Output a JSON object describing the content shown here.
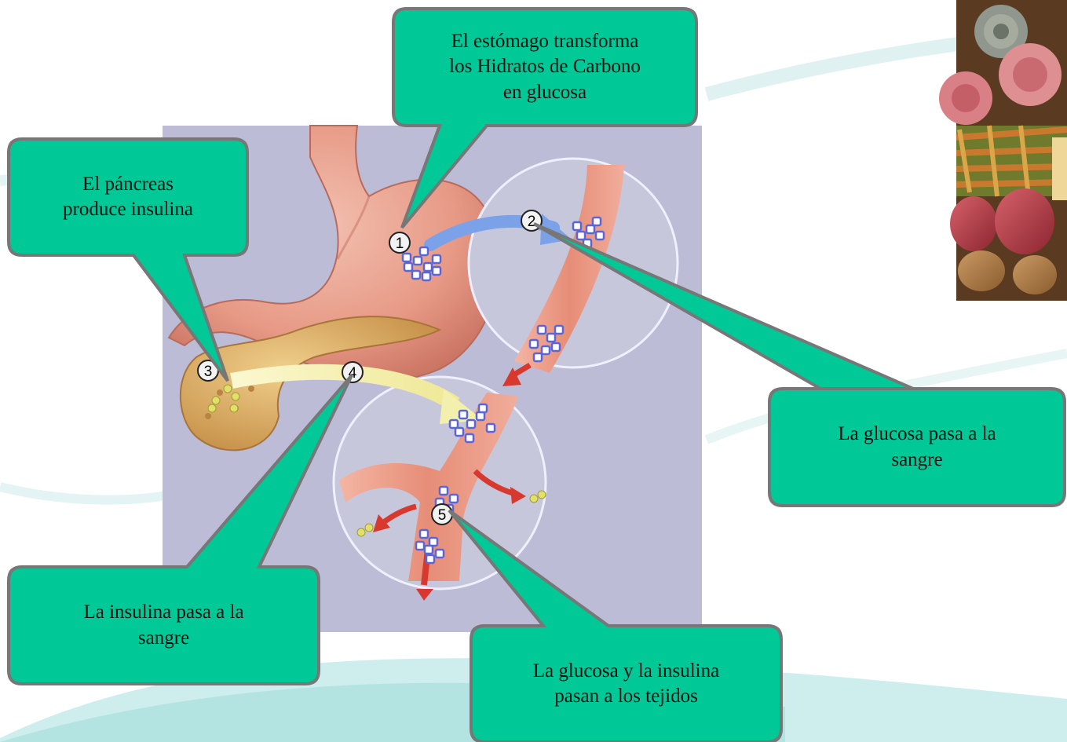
{
  "colors": {
    "callout_fill": "#00c896",
    "callout_border": "#777777",
    "panel_bg": "#b9b9d4",
    "stomach": "#e79a86",
    "pancreas": "#d9a85e",
    "vessel": "#e8907a",
    "glucose": "#5a66d8",
    "insulin": "#e3e06a",
    "arrow_red": "#d8392e",
    "arrow_blue": "#7ba1e8",
    "arrow_yellow": "#f3f0ae",
    "wave": "#a8ddd8"
  },
  "markers": [
    "1",
    "2",
    "3",
    "4",
    "5"
  ],
  "callouts": {
    "stomach": [
      "El estómago transforma",
      "los Hidratos de Carbono",
      "en glucosa"
    ],
    "pancreas": [
      "El páncreas",
      "produce insulina"
    ],
    "glucose_blood": [
      "La glucosa pasa a la",
      "sangre"
    ],
    "insulin_blood": [
      "La insulina pasa a la",
      "sangre"
    ],
    "tissues": [
      "La glucosa y la insulina",
      "pasan a los tejidos"
    ]
  },
  "icons": {
    "food_photo": "pasta-and-potatoes-photo",
    "stomach": "stomach-illustration",
    "pancreas": "pancreas-illustration"
  }
}
